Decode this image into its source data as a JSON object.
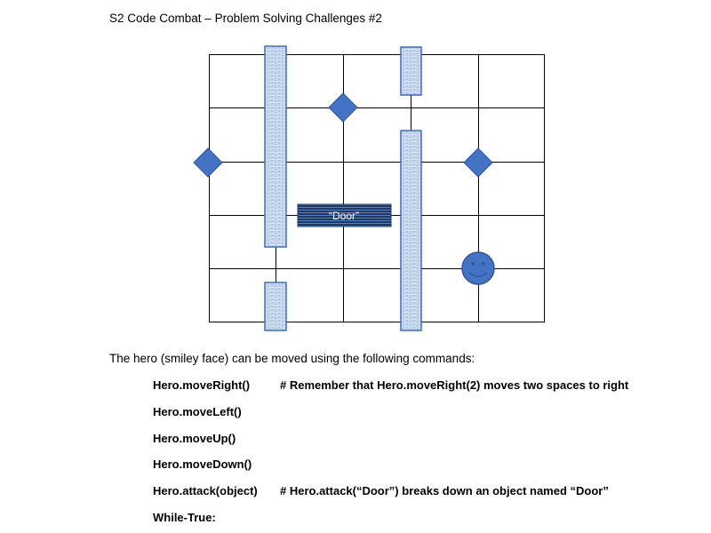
{
  "document": {
    "title": "S2 Code Combat – Problem Solving Challenges #2",
    "intro": "The hero (smiley face) can be moved using the following commands:",
    "commands": [
      {
        "code": "Hero.moveRight()",
        "comment": "# Remember that Hero.moveRight(2) moves two spaces to right"
      },
      {
        "code": "Hero.moveLeft()",
        "comment": ""
      },
      {
        "code": "Hero.moveUp()",
        "comment": ""
      },
      {
        "code": "Hero.moveDown()",
        "comment": ""
      },
      {
        "code": "Hero.attack(object)",
        "comment": "# Hero.attack(“Door”) breaks down an object named “Door”"
      },
      {
        "code": "While-True:",
        "comment": ""
      }
    ]
  },
  "maze": {
    "door_label": "“Door”",
    "colors": {
      "gem": "#4472c4",
      "hero": "#4472c4",
      "wall_fill": "#dce6f4",
      "wall_stroke": "#3c6db4",
      "door": "#1f3864",
      "grid": "#000000"
    }
  }
}
